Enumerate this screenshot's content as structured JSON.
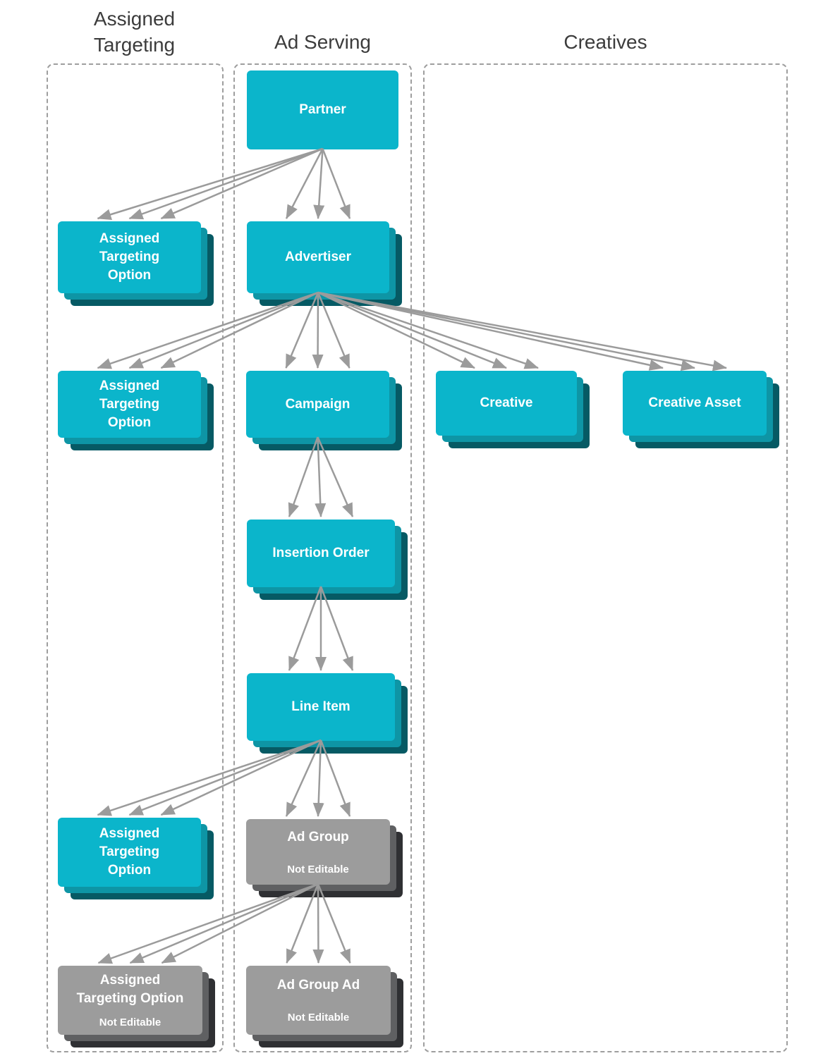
{
  "headers": {
    "assigned_targeting": "Assigned\nTargeting",
    "ad_serving": "Ad Serving",
    "creatives": "Creatives"
  },
  "nodes": {
    "partner": {
      "label": "Partner",
      "editable": true
    },
    "ato1": {
      "label": "Assigned\nTargeting\nOption",
      "editable": true
    },
    "advertiser": {
      "label": "Advertiser",
      "editable": true
    },
    "ato2": {
      "label": "Assigned\nTargeting\nOption",
      "editable": true
    },
    "campaign": {
      "label": "Campaign",
      "editable": true
    },
    "creative": {
      "label": "Creative",
      "editable": true
    },
    "creative_asset": {
      "label": "Creative Asset",
      "editable": true
    },
    "insertion_order": {
      "label": "Insertion Order",
      "editable": true
    },
    "line_item": {
      "label": "Line Item",
      "editable": true
    },
    "ato3": {
      "label": "Assigned\nTargeting\nOption",
      "editable": true
    },
    "ad_group": {
      "label": "Ad Group",
      "sub": "Not Editable",
      "editable": false
    },
    "ato4": {
      "label": "Assigned\nTargeting Option",
      "sub": "Not Editable",
      "editable": false
    },
    "ad_group_ad": {
      "label": "Ad Group Ad",
      "sub": "Not Editable",
      "editable": false
    }
  },
  "edges": [
    {
      "from": "partner",
      "to": "ato1"
    },
    {
      "from": "partner",
      "to": "advertiser"
    },
    {
      "from": "advertiser",
      "to": "ato2"
    },
    {
      "from": "advertiser",
      "to": "campaign"
    },
    {
      "from": "advertiser",
      "to": "creative"
    },
    {
      "from": "advertiser",
      "to": "creative_asset"
    },
    {
      "from": "campaign",
      "to": "insertion_order"
    },
    {
      "from": "insertion_order",
      "to": "line_item"
    },
    {
      "from": "line_item",
      "to": "ato3"
    },
    {
      "from": "line_item",
      "to": "ad_group"
    },
    {
      "from": "ad_group",
      "to": "ato4"
    },
    {
      "from": "ad_group",
      "to": "ad_group_ad"
    }
  ],
  "colors": {
    "node_cyan": "#0bb5cb",
    "node_cyan_mid": "#0e95a5",
    "node_cyan_dark": "#065a64",
    "node_gray": "#9c9c9c",
    "node_gray_mid": "#5f6062",
    "node_gray_dark": "#2f3033",
    "node_text": "#ffffff",
    "arrow": "#9b9b9b",
    "column_border": "#9e9e9e",
    "header_text": "#3c3c3c"
  }
}
